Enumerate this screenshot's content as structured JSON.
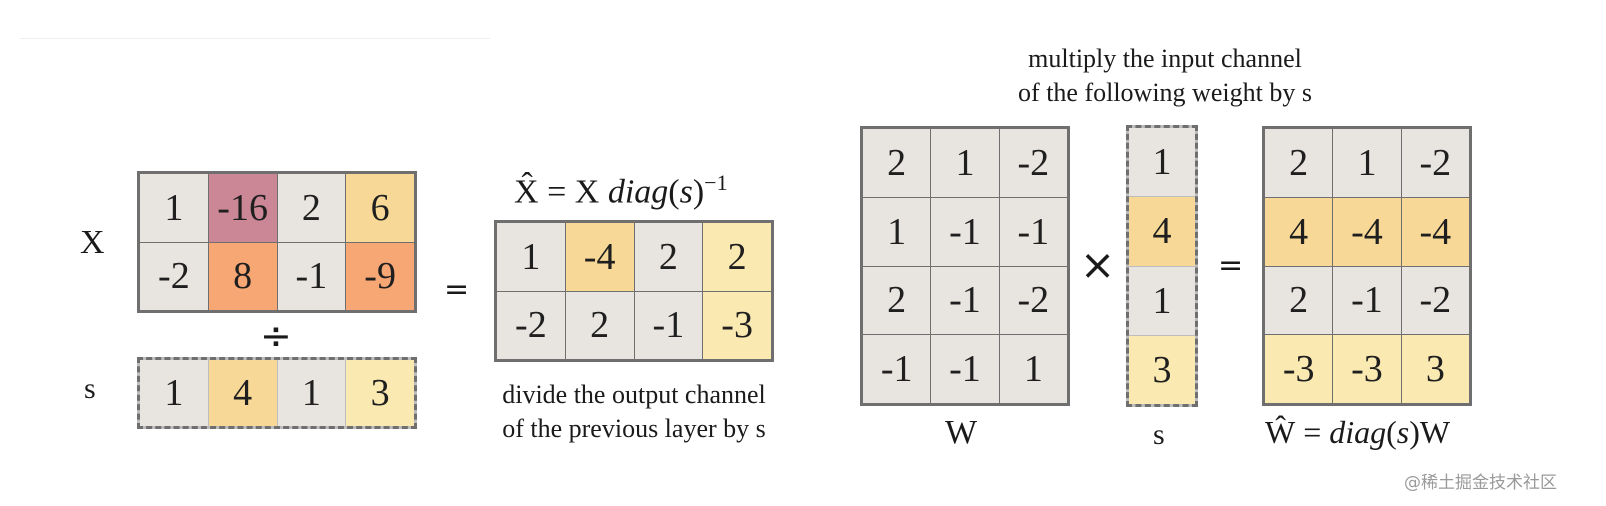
{
  "colors": {
    "neutral": "#e8e4df",
    "yellow_light": "#fbe9b2",
    "yellow": "#f8d896",
    "orange": "#f8c181",
    "orange_dark": "#f7a774",
    "rose": "#cc8796",
    "border": "#6f6f6f"
  },
  "left": {
    "x_label": "X",
    "x_matrix": [
      [
        {
          "v": "1",
          "c": "neutral"
        },
        {
          "v": "-16",
          "c": "rose"
        },
        {
          "v": "2",
          "c": "neutral"
        },
        {
          "v": "6",
          "c": "yellow"
        }
      ],
      [
        {
          "v": "-2",
          "c": "neutral"
        },
        {
          "v": "8",
          "c": "orange_dark"
        },
        {
          "v": "-1",
          "c": "neutral"
        },
        {
          "v": "-9",
          "c": "orange_dark"
        }
      ]
    ],
    "divide_symbol": "÷",
    "s_label": "s",
    "s_vector": [
      {
        "v": "1",
        "c": "neutral"
      },
      {
        "v": "4",
        "c": "yellow"
      },
      {
        "v": "1",
        "c": "neutral"
      },
      {
        "v": "3",
        "c": "yellow_light"
      }
    ],
    "equals": "=",
    "xhat_formula": {
      "lhs": "X̂",
      "eq": "=",
      "x": "X",
      "diag": "diag",
      "paren_open": "(",
      "s": "s",
      "paren_close": ")",
      "sup": "−1"
    },
    "xhat_matrix": [
      [
        {
          "v": "1",
          "c": "neutral"
        },
        {
          "v": "-4",
          "c": "yellow"
        },
        {
          "v": "2",
          "c": "neutral"
        },
        {
          "v": "2",
          "c": "yellow_light"
        }
      ],
      [
        {
          "v": "-2",
          "c": "neutral"
        },
        {
          "v": "2",
          "c": "neutral"
        },
        {
          "v": "-1",
          "c": "neutral"
        },
        {
          "v": "-3",
          "c": "yellow_light"
        }
      ]
    ],
    "caption_line1": "divide the output channel",
    "caption_line2": "of the previous layer by s"
  },
  "right": {
    "caption_line1": "multiply the input channel",
    "caption_line2": "of the following weight by s",
    "w_matrix": [
      [
        {
          "v": "2",
          "c": "neutral"
        },
        {
          "v": "1",
          "c": "neutral"
        },
        {
          "v": "-2",
          "c": "neutral"
        }
      ],
      [
        {
          "v": "1",
          "c": "neutral"
        },
        {
          "v": "-1",
          "c": "neutral"
        },
        {
          "v": "-1",
          "c": "neutral"
        }
      ],
      [
        {
          "v": "2",
          "c": "neutral"
        },
        {
          "v": "-1",
          "c": "neutral"
        },
        {
          "v": "-2",
          "c": "neutral"
        }
      ],
      [
        {
          "v": "-1",
          "c": "neutral"
        },
        {
          "v": "-1",
          "c": "neutral"
        },
        {
          "v": "1",
          "c": "neutral"
        }
      ]
    ],
    "w_label": "W",
    "times_symbol": "×",
    "s_vector": [
      {
        "v": "1",
        "c": "neutral"
      },
      {
        "v": "4",
        "c": "yellow"
      },
      {
        "v": "1",
        "c": "neutral"
      },
      {
        "v": "3",
        "c": "yellow_light"
      }
    ],
    "s_label": "s",
    "equals": "=",
    "what_matrix": [
      [
        {
          "v": "2",
          "c": "neutral"
        },
        {
          "v": "1",
          "c": "neutral"
        },
        {
          "v": "-2",
          "c": "neutral"
        }
      ],
      [
        {
          "v": "4",
          "c": "yellow"
        },
        {
          "v": "-4",
          "c": "yellow"
        },
        {
          "v": "-4",
          "c": "yellow"
        }
      ],
      [
        {
          "v": "2",
          "c": "neutral"
        },
        {
          "v": "-1",
          "c": "neutral"
        },
        {
          "v": "-2",
          "c": "neutral"
        }
      ],
      [
        {
          "v": "-3",
          "c": "yellow_light"
        },
        {
          "v": "-3",
          "c": "yellow_light"
        },
        {
          "v": "3",
          "c": "yellow_light"
        }
      ]
    ],
    "what_formula": {
      "lhs": "Ŵ",
      "eq": "=",
      "diag": "diag",
      "paren_open": "(",
      "s": "s",
      "paren_close": ")",
      "w": "W"
    }
  },
  "watermark": "@稀土掘金技术社区"
}
